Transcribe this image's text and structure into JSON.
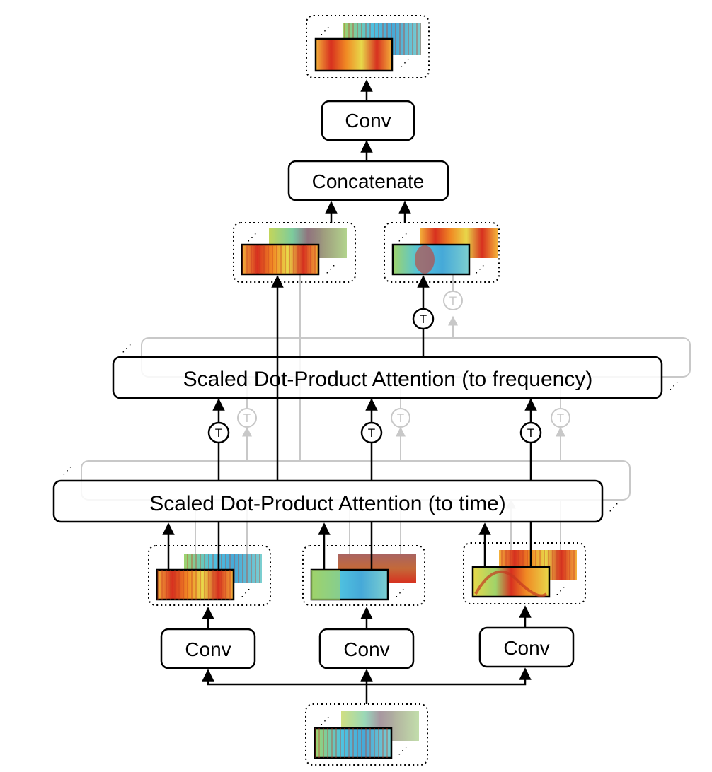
{
  "diagram": {
    "top_conv": "Conv",
    "concatenate": "Concatenate",
    "attention_frequency": "Scaled Dot-Product Attention (to frequency)",
    "attention_time": "Scaled Dot-Product Attention (to time)",
    "conv_left": "Conv",
    "conv_mid": "Conv",
    "conv_right": "Conv",
    "transpose_symbol": "T",
    "ellipsis": "⋰"
  },
  "colors": {
    "stroke": "#000000",
    "ghost": "#c8c8c8",
    "spectrogram_red": "#d7301f",
    "spectrogram_orange": "#f08a24",
    "spectrogram_yellow": "#e8d84a",
    "spectrogram_green": "#9fd36a",
    "spectrogram_cyan": "#4fc3e0"
  },
  "icons": [
    "spectrogram-stack",
    "arrow-up",
    "transpose-node"
  ]
}
